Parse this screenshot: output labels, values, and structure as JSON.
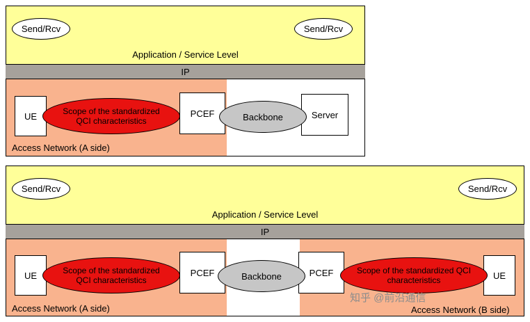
{
  "colors": {
    "app-yellow": "#ffff99",
    "ip-gray": "#a6a19b",
    "access-salmon": "#f9b38e",
    "scope-red": "#e81210",
    "backbone-gray": "#c6c6c6",
    "border-black": "#000000",
    "watermark-gray": "#8c8c8c"
  },
  "top_diagram": {
    "send_rcv_left": "Send/Rcv",
    "send_rcv_right": "Send/Rcv",
    "application_level": "Application / Service Level",
    "ip_label": "IP",
    "ue_label": "UE",
    "scope_label": "Scope of the standardized QCI characteristics",
    "pcef_label": "PCEF",
    "backbone_label": "Backbone",
    "server_label": "Server",
    "access_network_a": "Access Network (A side)"
  },
  "bottom_diagram": {
    "send_rcv_left": "Send/Rcv",
    "send_rcv_right": "Send/Rcv",
    "application_level": "Application / Service Level",
    "ip_label": "IP",
    "ue_left_label": "UE",
    "scope_left_label": "Scope of the standardized QCI characteristics",
    "pcef_left_label": "PCEF",
    "backbone_label": "Backbone",
    "pcef_right_label": "PCEF",
    "scope_right_label": "Scope of the standardized QCI characteristics",
    "ue_right_label": "UE",
    "access_network_a": "Access Network (A side)",
    "access_network_b": "Access Network (B side)"
  },
  "watermark": "知乎 @前沿通信"
}
